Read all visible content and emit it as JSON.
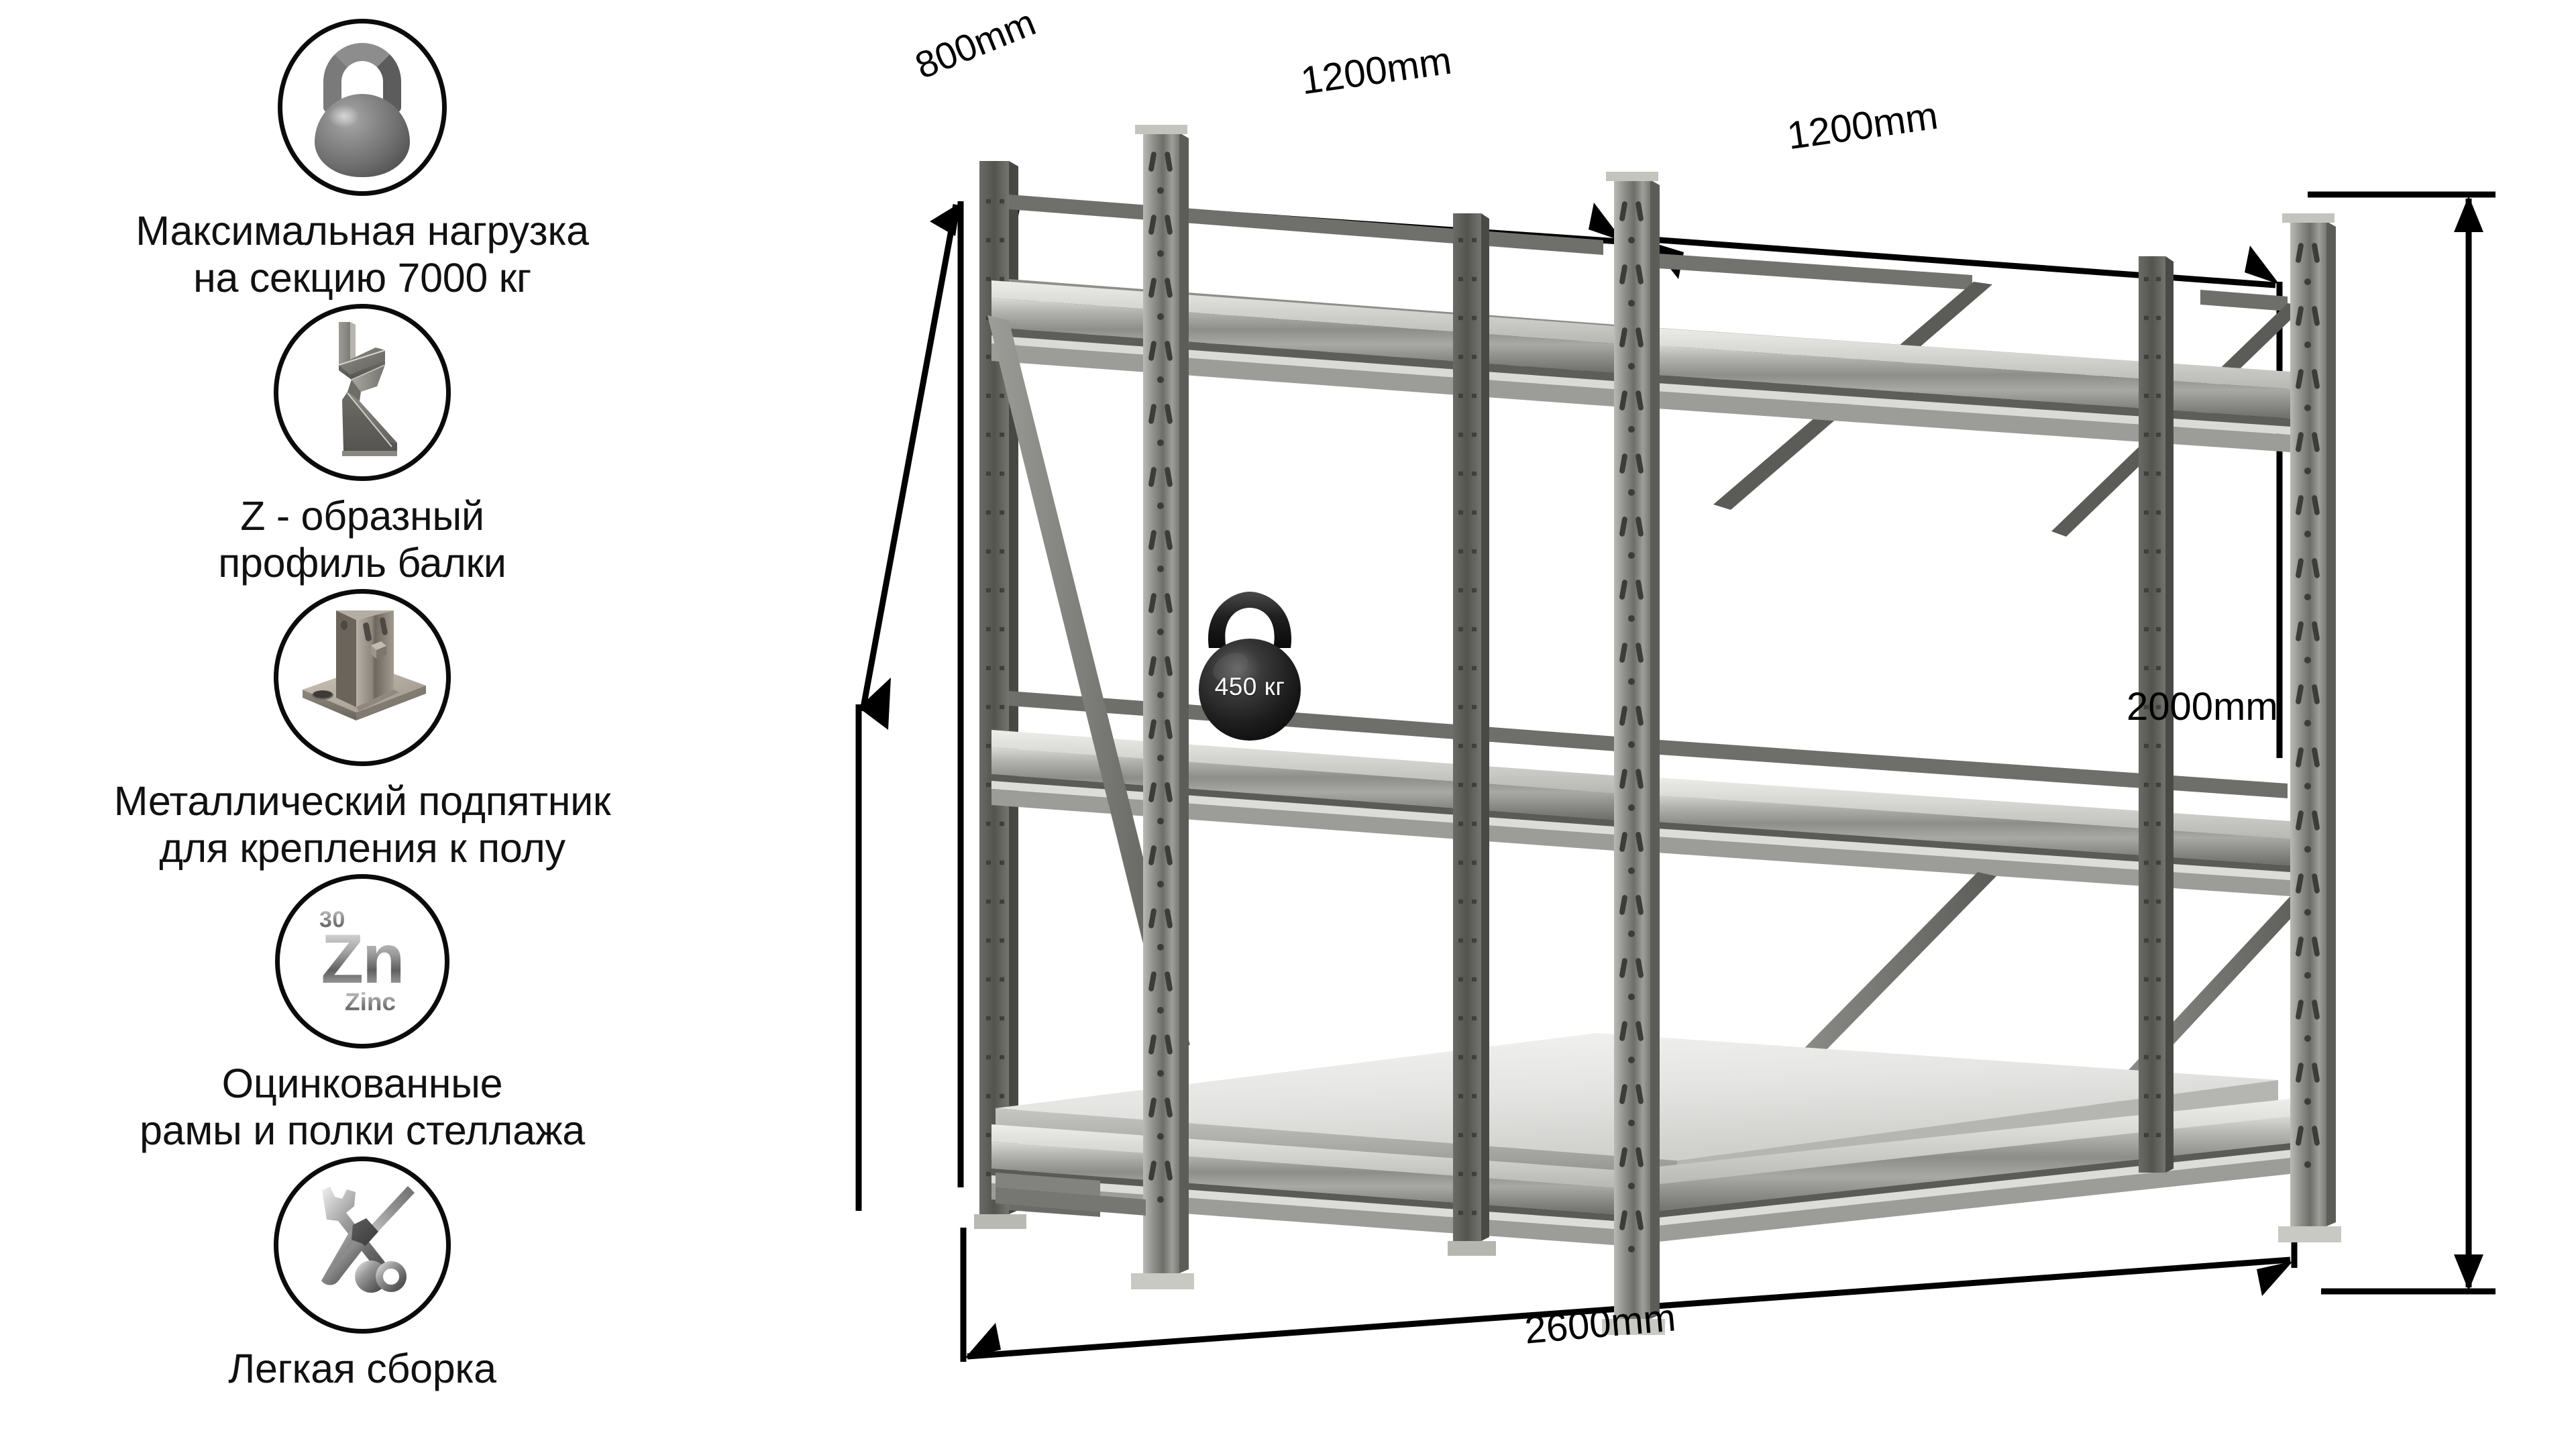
{
  "features": [
    {
      "icon": "kettlebell-icon",
      "label": "Максимальная  нагрузка\nна секцию 7000 кг"
    },
    {
      "icon": "z-profile-beam-icon",
      "label": "Z - образный\nпрофиль балки"
    },
    {
      "icon": "floor-base-plate-icon",
      "label": "Металлический подпятник\nдля крепления к полу"
    },
    {
      "icon": "zinc-icon",
      "label": "Оцинкованные\nрамы и полки стеллажа"
    },
    {
      "icon": "tools-icon",
      "label": "Легкая сборка"
    }
  ],
  "zinc_icon": {
    "atomic_number": "30",
    "symbol": "Zn",
    "element_name": "Zinc"
  },
  "rack": {
    "load_badge": "450 кг",
    "dimensions": {
      "depth": "800mm",
      "bay_left": "1200mm",
      "bay_right": "1200mm",
      "height": "2000mm",
      "total_width": "2600mm"
    }
  },
  "colors": {
    "text": "#111111",
    "outline": "#0b0b0b",
    "metal_light": "#d6d6d4",
    "metal_mid": "#9a9a98",
    "metal_dark": "#6a6a68",
    "metal_shadow": "#3c3c3a",
    "shelf_top": "#ececeb",
    "background": "#ffffff",
    "kettlebell_dark": "#1b1b1b"
  }
}
